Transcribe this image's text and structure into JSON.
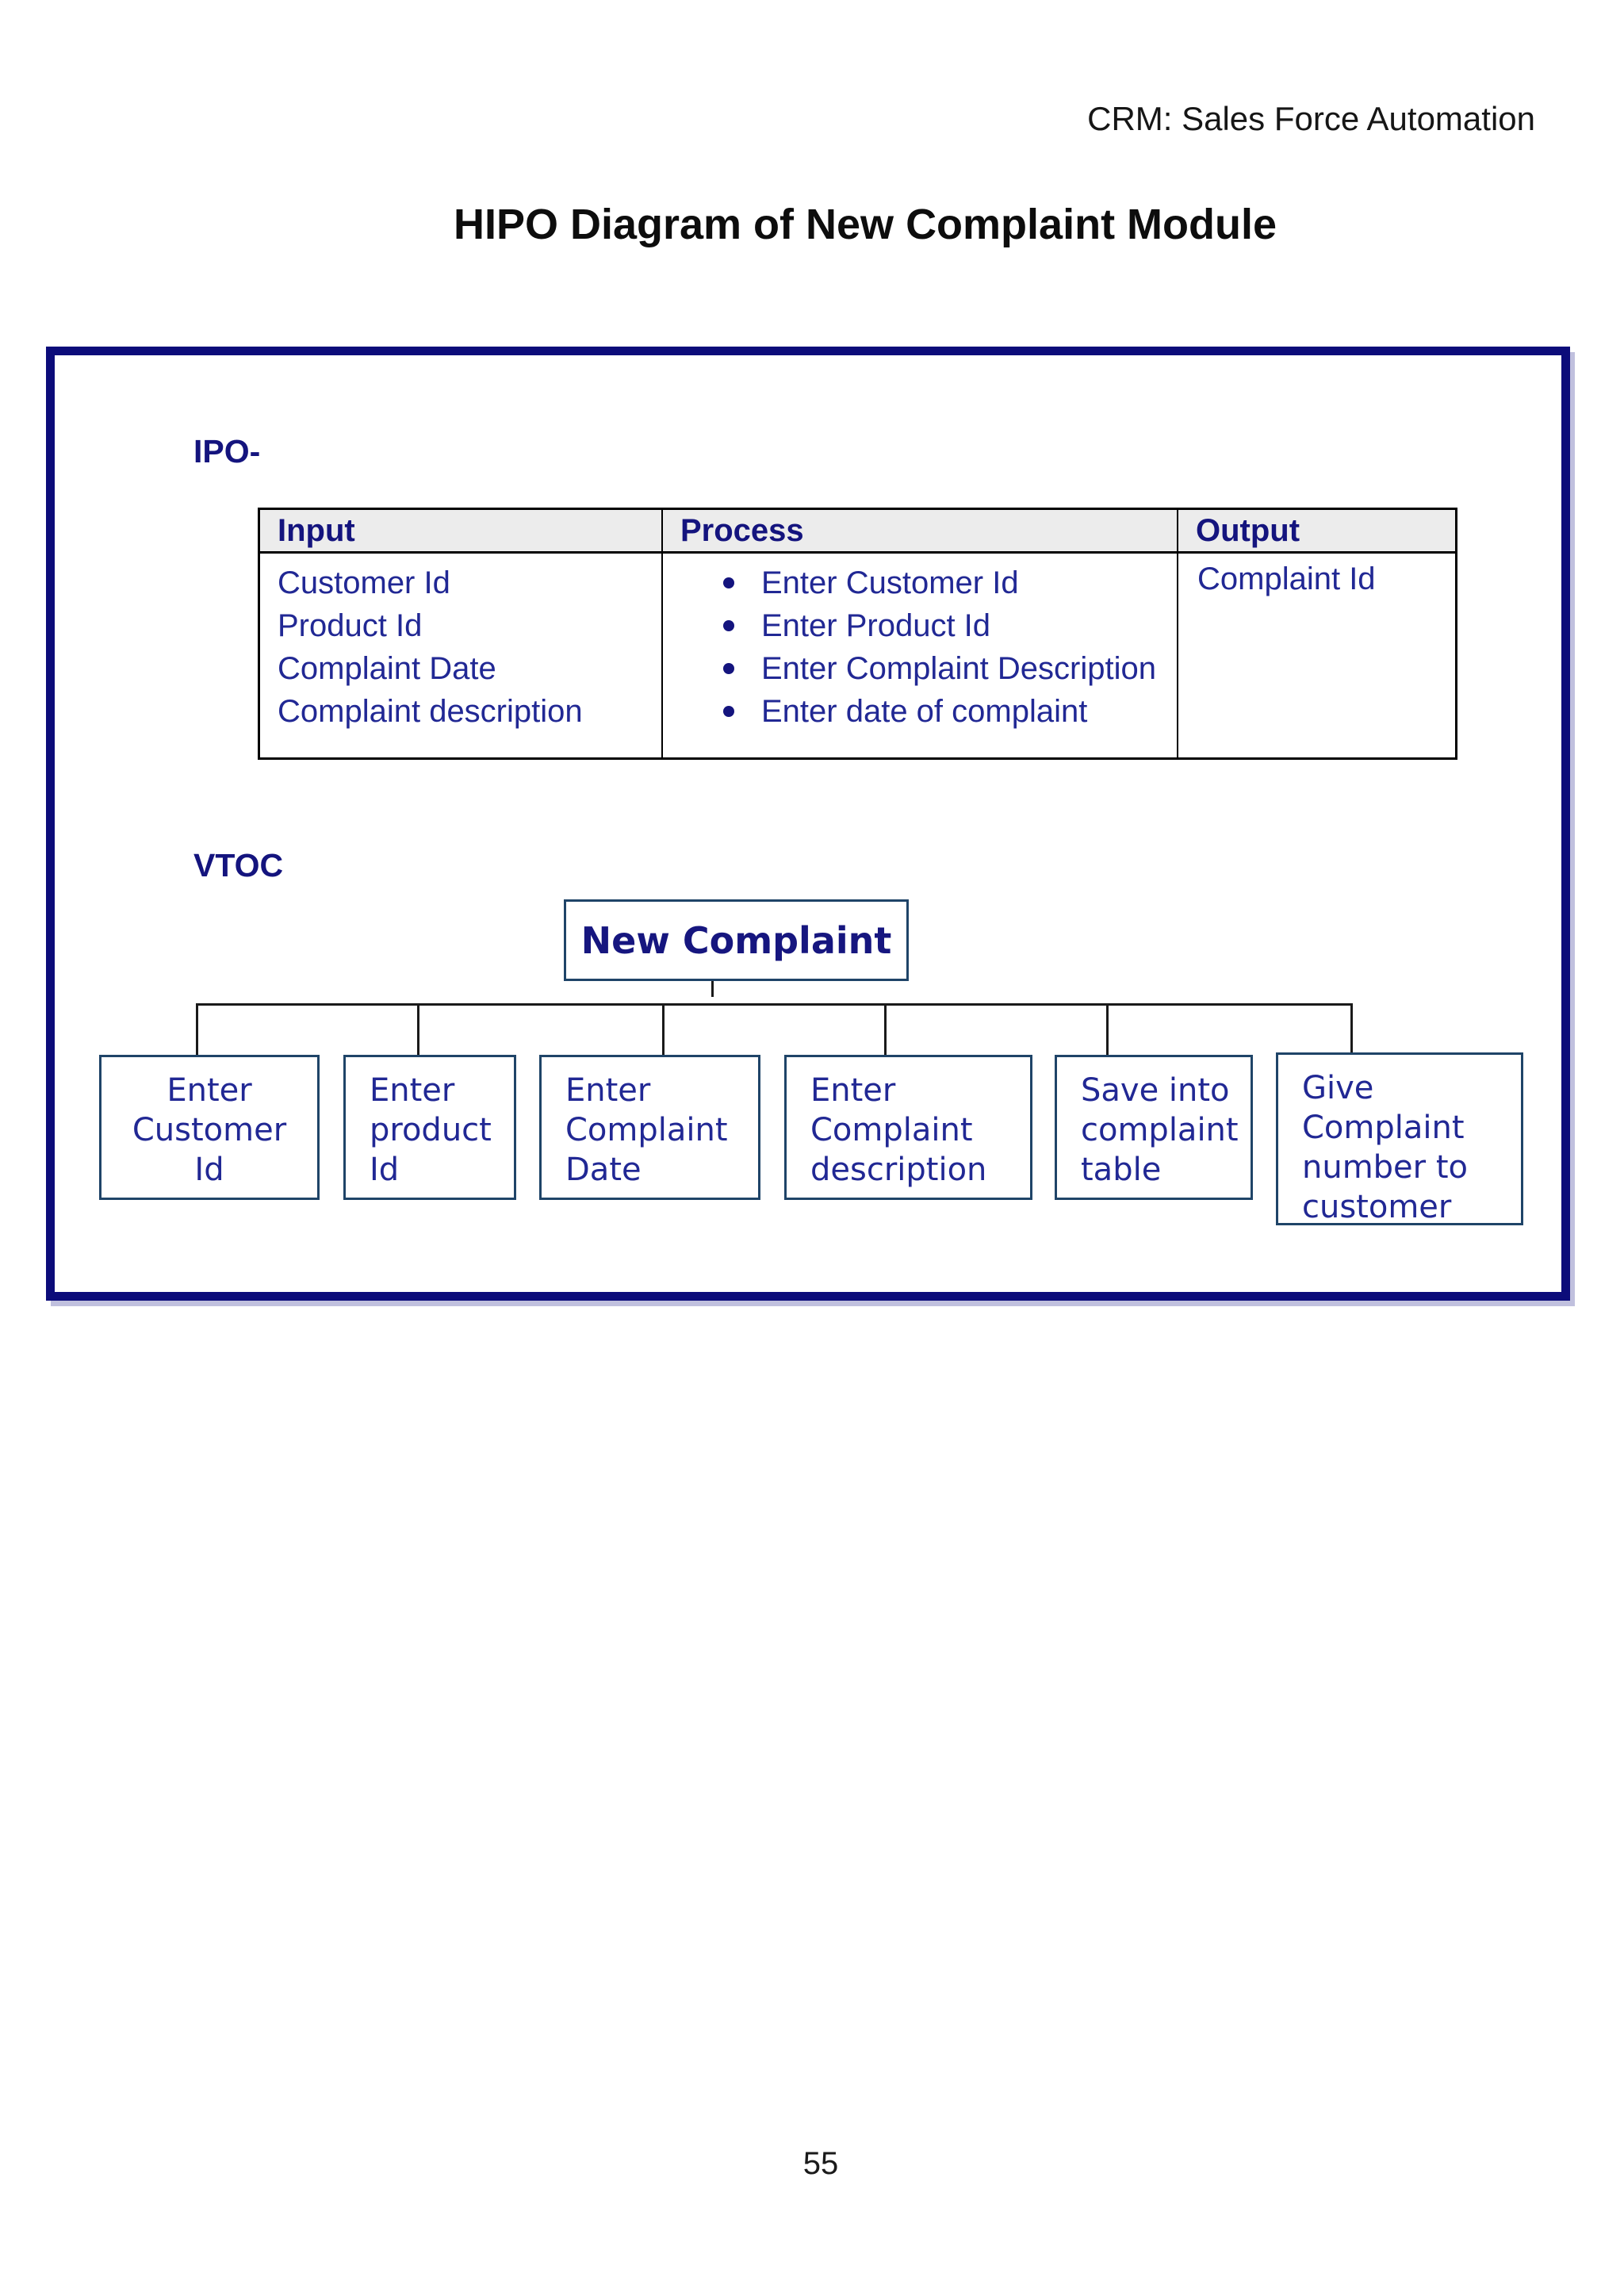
{
  "page": {
    "header_right": "CRM: Sales Force Automation",
    "title": "HIPO Diagram of New Complaint Module",
    "page_number": "55"
  },
  "colors": {
    "heading_navy": "#14147e",
    "body_navy": "#212894",
    "frame_border": "#0c0c7a",
    "vtoc_box_border": "#1f4468",
    "table_header_bg": "#ececec",
    "connector_line": "#1a1a1a"
  },
  "ipo": {
    "label": "IPO-",
    "table": {
      "headers": [
        "Input",
        "Process",
        "Output"
      ],
      "input_items": [
        "Customer Id",
        "Product Id",
        "Complaint Date",
        "Complaint description"
      ],
      "process_items": [
        "Enter Customer Id",
        "Enter Product Id",
        "Enter Complaint Description",
        "Enter date of complaint"
      ],
      "output_items": [
        "Complaint Id"
      ]
    }
  },
  "vtoc": {
    "label": "VTOC",
    "root_label": "New Complaint",
    "children": [
      {
        "label": "Enter\nCustomer\nId"
      },
      {
        "label": "Enter\nproduct\nId"
      },
      {
        "label": "Enter\nComplaint\nDate"
      },
      {
        "label": "Enter\nComplaint\ndescription"
      },
      {
        "label": "Save into\ncomplaint\ntable"
      },
      {
        "label": "Give\nComplaint\nnumber to\ncustomer"
      }
    ]
  }
}
